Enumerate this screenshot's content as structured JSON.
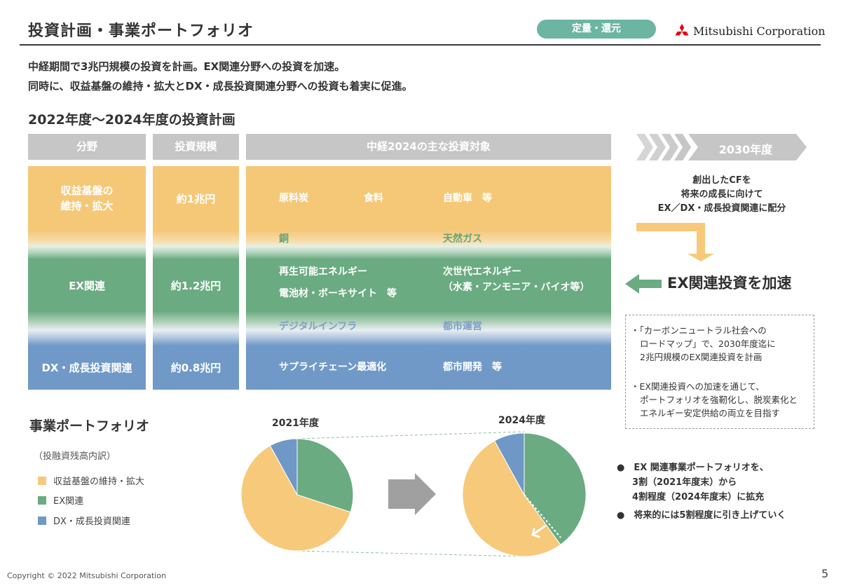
{
  "header": {
    "title": "投資計画・事業ポートフォリオ",
    "tag": "定量・還元",
    "logo_text": "Mitsubishi Corporation"
  },
  "lead": {
    "line1": "中経期間で3兆円規模の投資を計画。EX関連分野への投資を加速。",
    "line2": "同時に、収益基盤の維持・拡大とDX・成長投資関連分野への投資も着実に促進。"
  },
  "plan": {
    "title": "2022年度～2024年度の投資計画",
    "headers": [
      "分野",
      "投資規模",
      "中経2024の主な投資対象"
    ],
    "rows": [
      {
        "field_line1": "収益基盤の",
        "field_line2": "維持・拡大",
        "scale": "約1兆円",
        "items": [
          "原料炭",
          "食料",
          "自動車　等"
        ]
      },
      {
        "field": "EX関連",
        "scale": "約1.2兆円",
        "items": [
          "再生可能エネルギー",
          "電池材・ボーキサイト　等",
          "次世代エネルギー",
          "（水素・アンモニア・バイオ等）"
        ]
      },
      {
        "field": "DX・成長投資関連",
        "scale": "約0.8兆円",
        "items": [
          "サプライチェーン最適化",
          "都市開発　等"
        ]
      }
    ],
    "between_yg": [
      "銅",
      "天然ガス"
    ],
    "between_gb": [
      "デジタルインフラ",
      "都市運営"
    ]
  },
  "outlook": {
    "year": "2030年度",
    "text_lines": [
      "創出したCFを",
      "将来の成長に向けて",
      "EX／DX・成長投資関連に配分"
    ],
    "accelerate": "EX関連投資を加速",
    "notes": [
      [
        "・「カーボンニュートラル社会への",
        "ロードマップ」で、2030年度迄に",
        "2兆円規模のEX関連投資を計画"
      ],
      [
        "・EX関連投資への加速を通じて、",
        "ポートフォリオを強靭化し、脱炭素化と",
        "エネルギー安定供給の両立を目指す"
      ]
    ]
  },
  "portfolio": {
    "title": "事業ポートフォリオ",
    "subtitle": "（投融資残高内訳）",
    "legend": [
      {
        "label": "収益基盤の維持・拡大",
        "color": "#f7c97a"
      },
      {
        "label": "EX関連",
        "color": "#6aab82"
      },
      {
        "label": "DX・成長投資関連",
        "color": "#6f98c6"
      }
    ],
    "bullets": [
      [
        "EX 関連事業ポートフォリオを、",
        "3割（2021年度末）から",
        "4割程度（2024年度末）に拡充"
      ],
      [
        "将来的には5割程度に引き上げていく"
      ]
    ]
  },
  "chart_data": {
    "type": "pie",
    "charts": [
      {
        "title": "2021年度",
        "slices": [
          {
            "name": "EX関連",
            "value": 30
          },
          {
            "name": "収益基盤の維持・拡大",
            "value": 62
          },
          {
            "name": "DX・成長投資関連",
            "value": 8
          }
        ]
      },
      {
        "title": "2024年度",
        "slices": [
          {
            "name": "EX関連",
            "value": 40
          },
          {
            "name": "収益基盤の維持・拡大",
            "value": 52
          },
          {
            "name": "DX・成長投資関連",
            "value": 8
          }
        ]
      }
    ],
    "colors": {
      "EX関連": "#6aab82",
      "収益基盤の維持・拡大": "#f7c97a",
      "DX・成長投資関連": "#6f98c6"
    }
  },
  "footer": {
    "copyright": "Copyright © 2022 Mitsubishi Corporation",
    "page": "5"
  }
}
